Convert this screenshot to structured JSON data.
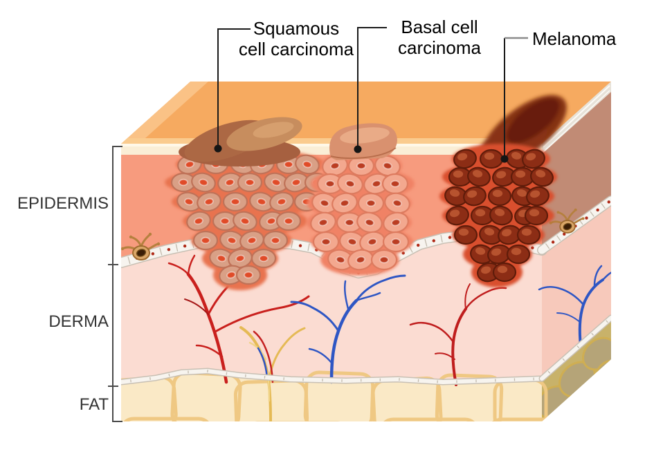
{
  "annotations": {
    "squamous": {
      "line1": "Squamous",
      "line2": "cell carcinoma"
    },
    "basal": {
      "line1": "Basal cell",
      "line2": "carcinoma"
    },
    "melanoma": {
      "label": "Melanoma"
    }
  },
  "layers": {
    "epidermis": "EPIDERMIS",
    "derma": "DERMA",
    "fat": "FAT"
  },
  "colors": {
    "skin_surface_top": "#F6AA60",
    "skin_surface_highlight": "#FAC286",
    "stratum_corneum": "#FAEED6",
    "epidermis_front": "#F79B7E",
    "epidermis_side": "#C18B75",
    "derma_front": "#FBDCD2",
    "derma_side": "#F7C9BB",
    "fat_front": "#FAE9C6",
    "fat_lobule_line": "#EFC883",
    "fat_side": "#C8B26A",
    "basement_membrane": "#F7F4EF",
    "membrane_dot": "#B02A18",
    "artery_red": "#C9201D",
    "vein_blue": "#2E56C4",
    "nerve_yellow": "#E5BA55",
    "squamous_cell_body": "#D9A086",
    "squamous_cell_nucleus": "#E04B28",
    "squamous_halo": "#E8734F",
    "basal_cell_body": "#F3A88F",
    "basal_cell_nucleus": "#BB3D22",
    "basal_halo": "#F08265",
    "melanoma_cell_body": "#8C2D15",
    "melanoma_halo": "#D9502E",
    "melanoma_surface_patch": "#7E2B0F",
    "leader_line": "#1A1A1A",
    "bracket_line": "#4A4A4A"
  }
}
